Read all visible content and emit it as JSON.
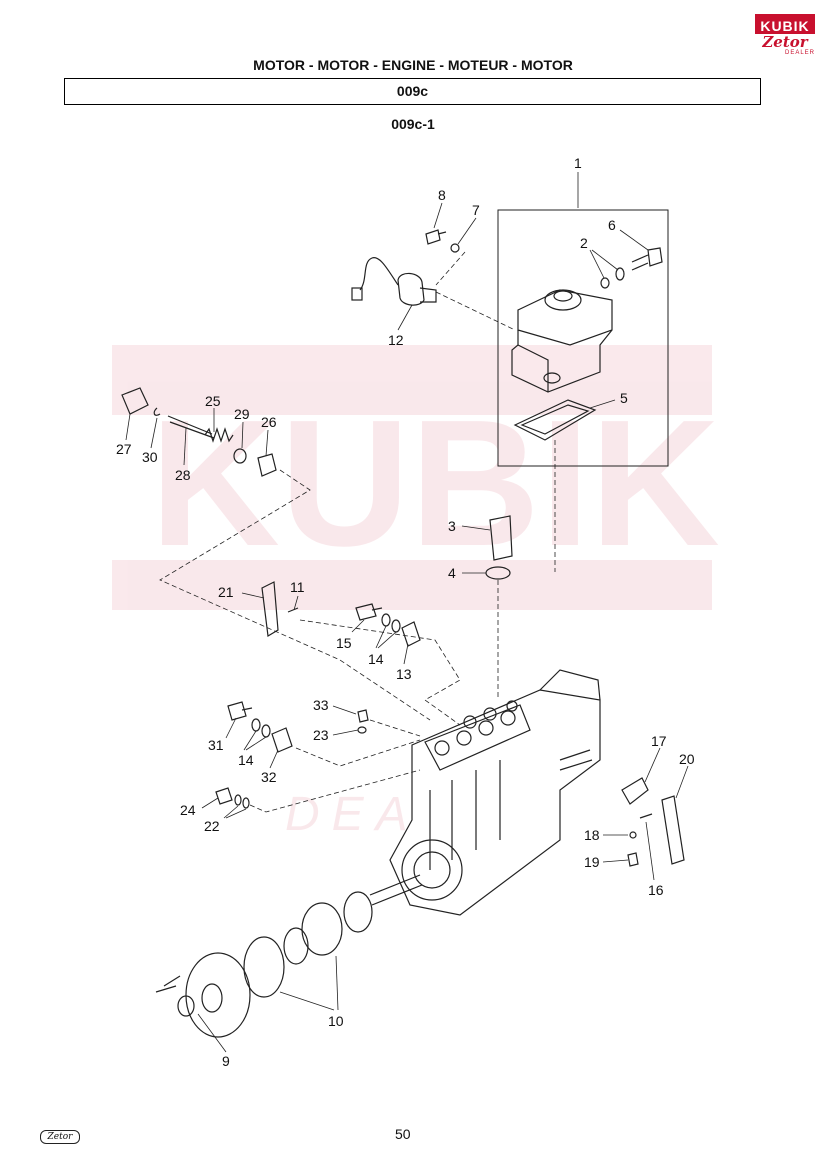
{
  "logo": {
    "top": "KUBIK",
    "bottom": "Zetor",
    "sub": "DEALER"
  },
  "header": {
    "title": "MOTOR - MOTOR - ENGINE - MOTEUR - MOTOR",
    "code": "009c",
    "subcode": "009c-1"
  },
  "watermark": {
    "text": "KUBIK",
    "sub": "DEALER",
    "color": "#c8102e"
  },
  "callouts": [
    {
      "id": "c1",
      "text": "1"
    },
    {
      "id": "c2",
      "text": "2"
    },
    {
      "id": "c3",
      "text": "3"
    },
    {
      "id": "c4",
      "text": "4"
    },
    {
      "id": "c5",
      "text": "5"
    },
    {
      "id": "c6",
      "text": "6"
    },
    {
      "id": "c7",
      "text": "7"
    },
    {
      "id": "c8",
      "text": "8"
    },
    {
      "id": "c9",
      "text": "9"
    },
    {
      "id": "c10",
      "text": "10"
    },
    {
      "id": "c11",
      "text": "11"
    },
    {
      "id": "c12",
      "text": "12"
    },
    {
      "id": "c13",
      "text": "13"
    },
    {
      "id": "c14a",
      "text": "14"
    },
    {
      "id": "c14b",
      "text": "14"
    },
    {
      "id": "c15",
      "text": "15"
    },
    {
      "id": "c16",
      "text": "16"
    },
    {
      "id": "c17",
      "text": "17"
    },
    {
      "id": "c18",
      "text": "18"
    },
    {
      "id": "c19",
      "text": "19"
    },
    {
      "id": "c20",
      "text": "20"
    },
    {
      "id": "c21",
      "text": "21"
    },
    {
      "id": "c22",
      "text": "22"
    },
    {
      "id": "c23",
      "text": "23"
    },
    {
      "id": "c24",
      "text": "24"
    },
    {
      "id": "c25",
      "text": "25"
    },
    {
      "id": "c26",
      "text": "26"
    },
    {
      "id": "c27",
      "text": "27"
    },
    {
      "id": "c28",
      "text": "28"
    },
    {
      "id": "c29",
      "text": "29"
    },
    {
      "id": "c30",
      "text": "30"
    },
    {
      "id": "c31",
      "text": "31"
    },
    {
      "id": "c32",
      "text": "32"
    },
    {
      "id": "c33",
      "text": "33"
    }
  ],
  "footer": {
    "page": "50",
    "logo": "Zetor"
  }
}
